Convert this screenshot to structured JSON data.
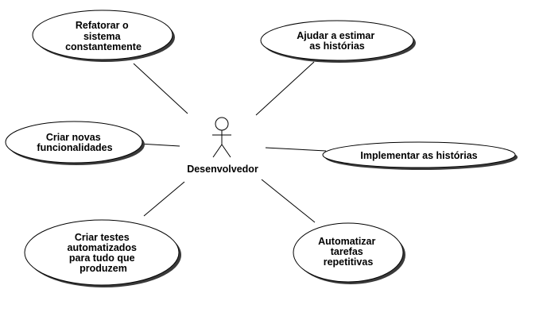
{
  "diagram": {
    "type": "use-case",
    "actor": {
      "name": "Desenvolvedor",
      "icon": "stick-figure-icon"
    },
    "use_cases": [
      {
        "id": "refatorar",
        "lines": [
          "Refatorar o",
          "sistema",
          "constantemente"
        ]
      },
      {
        "id": "estimar",
        "lines": [
          "Ajudar a estimar",
          "as histórias"
        ]
      },
      {
        "id": "novas-funcionalidades",
        "lines": [
          "Criar novas",
          "funcionalidades"
        ]
      },
      {
        "id": "implementar",
        "lines": [
          "Implementar as histórias"
        ]
      },
      {
        "id": "testes",
        "lines": [
          "Criar testes",
          "automatizados",
          "para tudo que",
          "produzem"
        ]
      },
      {
        "id": "automatizar",
        "lines": [
          "Automatizar",
          "tarefas",
          "repetitivas"
        ]
      }
    ],
    "colors": {
      "stroke": "#000000",
      "fill": "#ffffff",
      "shadow": "#3a3a3a"
    }
  }
}
